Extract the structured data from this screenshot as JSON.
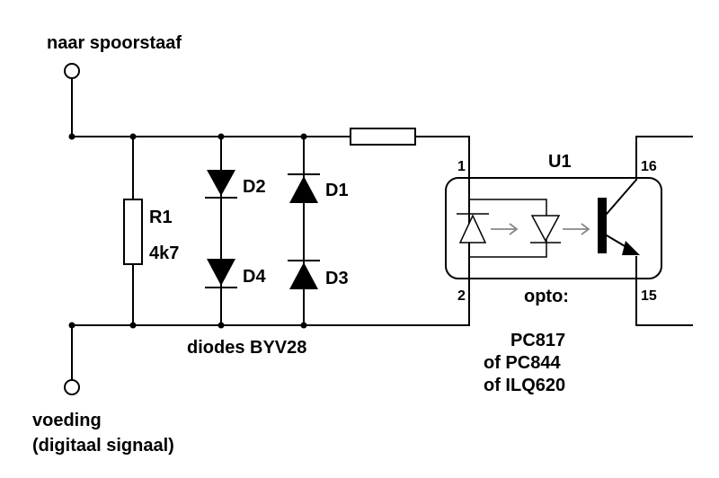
{
  "labels": {
    "top_terminal": "naar spoorstaaf",
    "bottom_terminal_line1": "voeding",
    "bottom_terminal_line2": "(digitaal signaal)",
    "resistor_name": "R1",
    "resistor_value": "4k7",
    "d1": "D1",
    "d2": "D2",
    "d3": "D3",
    "d4": "D4",
    "diodes_type": "diodes BYV28",
    "ic_name": "U1",
    "pin1": "1",
    "pin2": "2",
    "pin15": "15",
    "pin16": "16",
    "opto_title": "opto:",
    "opto_option1": "PC817",
    "opto_option2": "of PC844",
    "opto_option3": "of ILQ620"
  }
}
